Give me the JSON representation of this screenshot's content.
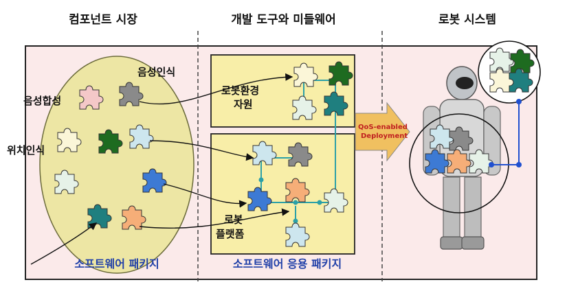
{
  "headers": {
    "component_market": "컴포넌트 시장",
    "dev_tools": "개발 도구와 미들웨어",
    "robot_system": "로봇 시스템"
  },
  "labels": {
    "voice_recognition": "음성인식",
    "voice_synthesis": "음성합성",
    "location_recognition": "위치인식",
    "robot_env_resource_1": "로봇환경",
    "robot_env_resource_2": "자원",
    "robot_platform_1": "로봇",
    "robot_platform_2": "플랫폼",
    "qos_1": "QoS-enabled",
    "qos_2": "Deployment",
    "software_package": "소프트웨어 패키지",
    "software_app_package": "소프트웨어 응용 패키지"
  },
  "colors": {
    "panel_bg": "#fbeaea",
    "ellipse_fill": "#ede6a4",
    "box_fill": "#f8eea8",
    "arrow_fill": "#f0c060",
    "qos_text": "#c02020",
    "blue_text": "#1f3fa8",
    "line_teal": "#2ba0a8",
    "connector_blue": "#2050d0"
  }
}
